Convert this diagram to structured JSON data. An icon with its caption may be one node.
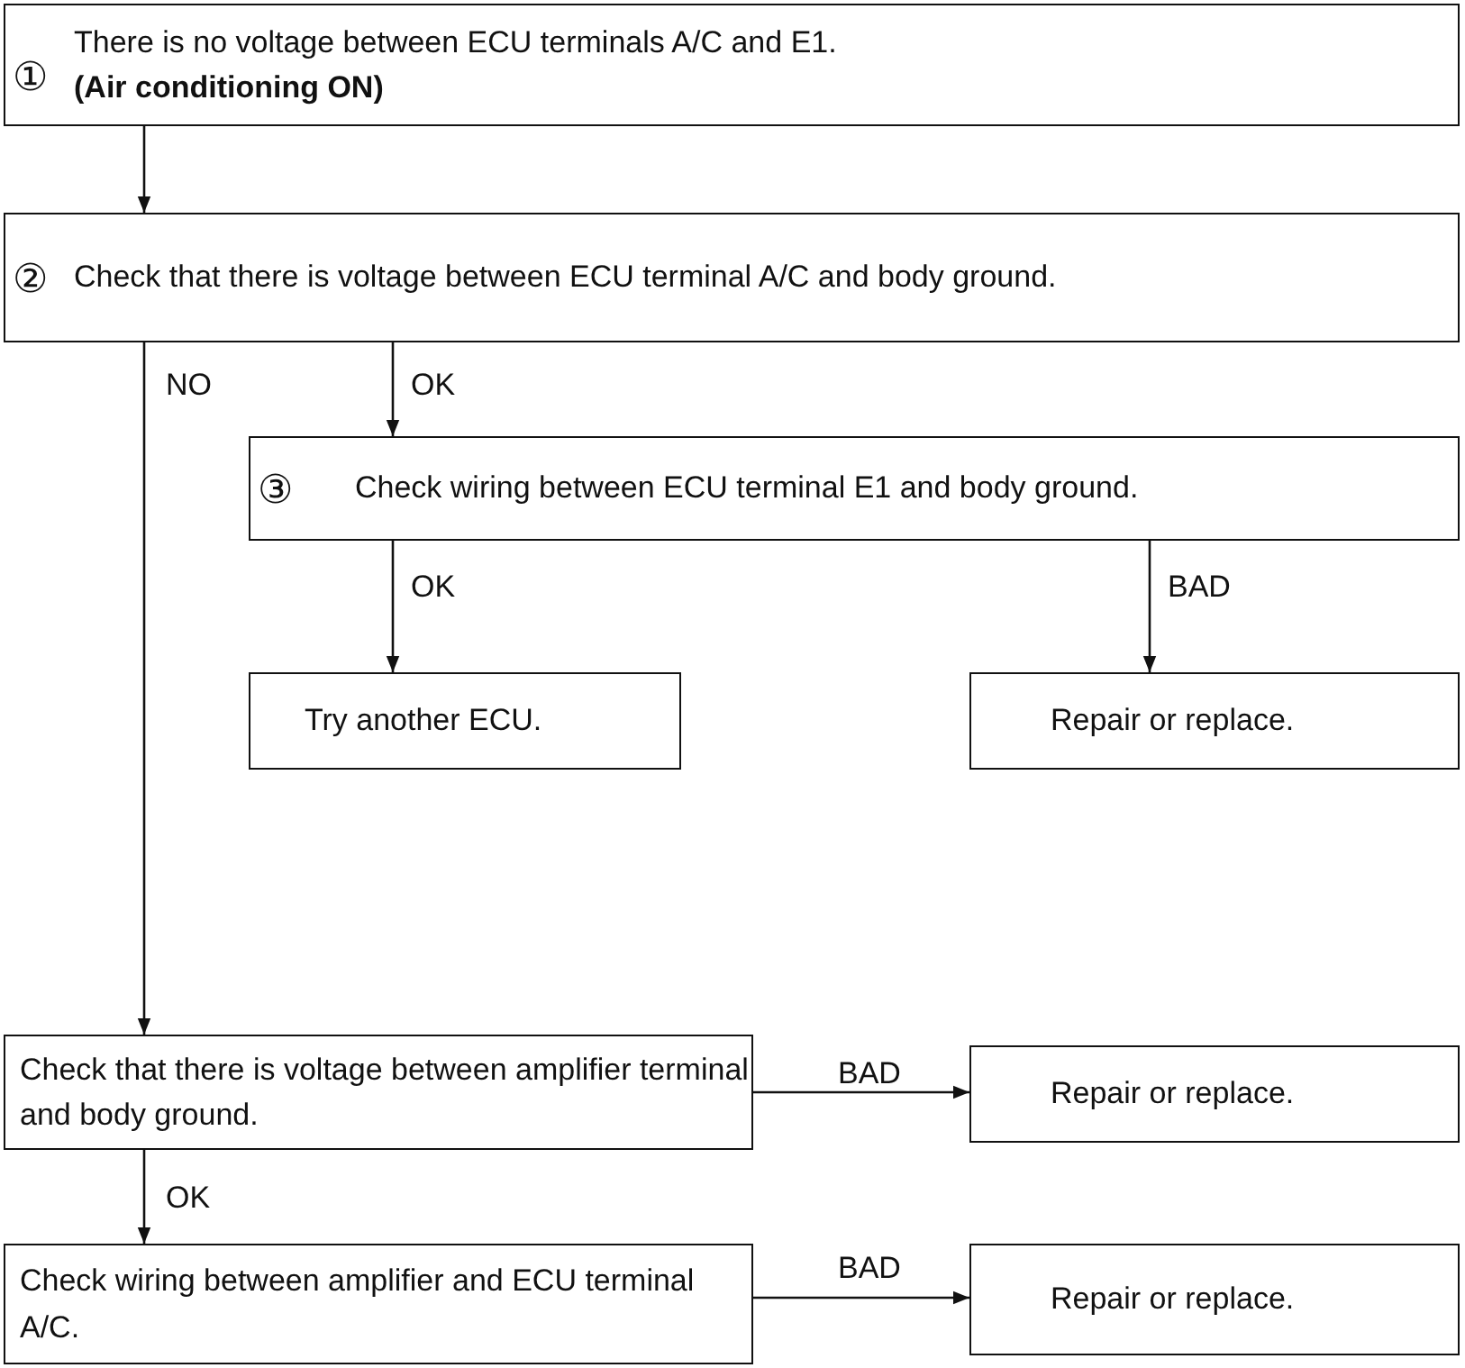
{
  "diagram": {
    "nodes": [
      {
        "text": [
          "①",
          "There is no voltage between ECU terminals A/C and E1.",
          "(Air conditioning ON)"
        ]
      },
      {
        "text": [
          "②",
          "Check that there is voltage between ECU terminal A/C and body ground."
        ]
      },
      {
        "text": [
          "③",
          "Check wiring between ECU terminal E1 and body ground."
        ]
      },
      {
        "text": [
          "Try another ECU."
        ]
      },
      {
        "text": [
          "Repair or replace."
        ]
      },
      {
        "text": [
          "Check that there is voltage between amplifier terminal and body ground."
        ]
      },
      {
        "text": [
          "Repair or replace."
        ]
      },
      {
        "text": [
          "Check wiring between amplifier and ECU terminal A/C."
        ]
      },
      {
        "text": [
          "Repair or replace."
        ]
      }
    ],
    "edges": [
      {
        "from": 0,
        "to": 1,
        "arrow": "to"
      },
      {
        "from": 1,
        "to": 5,
        "arrow": "to",
        "label": "NO"
      },
      {
        "from": 1,
        "to": 2,
        "arrow": "to",
        "label": "OK"
      },
      {
        "from": 2,
        "to": 3,
        "arrow": "to",
        "label": "OK"
      },
      {
        "from": 2,
        "to": 4,
        "arrow": "to",
        "label": "BAD"
      },
      {
        "from": 5,
        "to": 6,
        "arrow": "to",
        "label": "BAD"
      },
      {
        "from": 5,
        "to": 7,
        "arrow": "to",
        "label": "OK"
      },
      {
        "from": 7,
        "to": 8,
        "arrow": "to",
        "label": "BAD"
      }
    ]
  }
}
